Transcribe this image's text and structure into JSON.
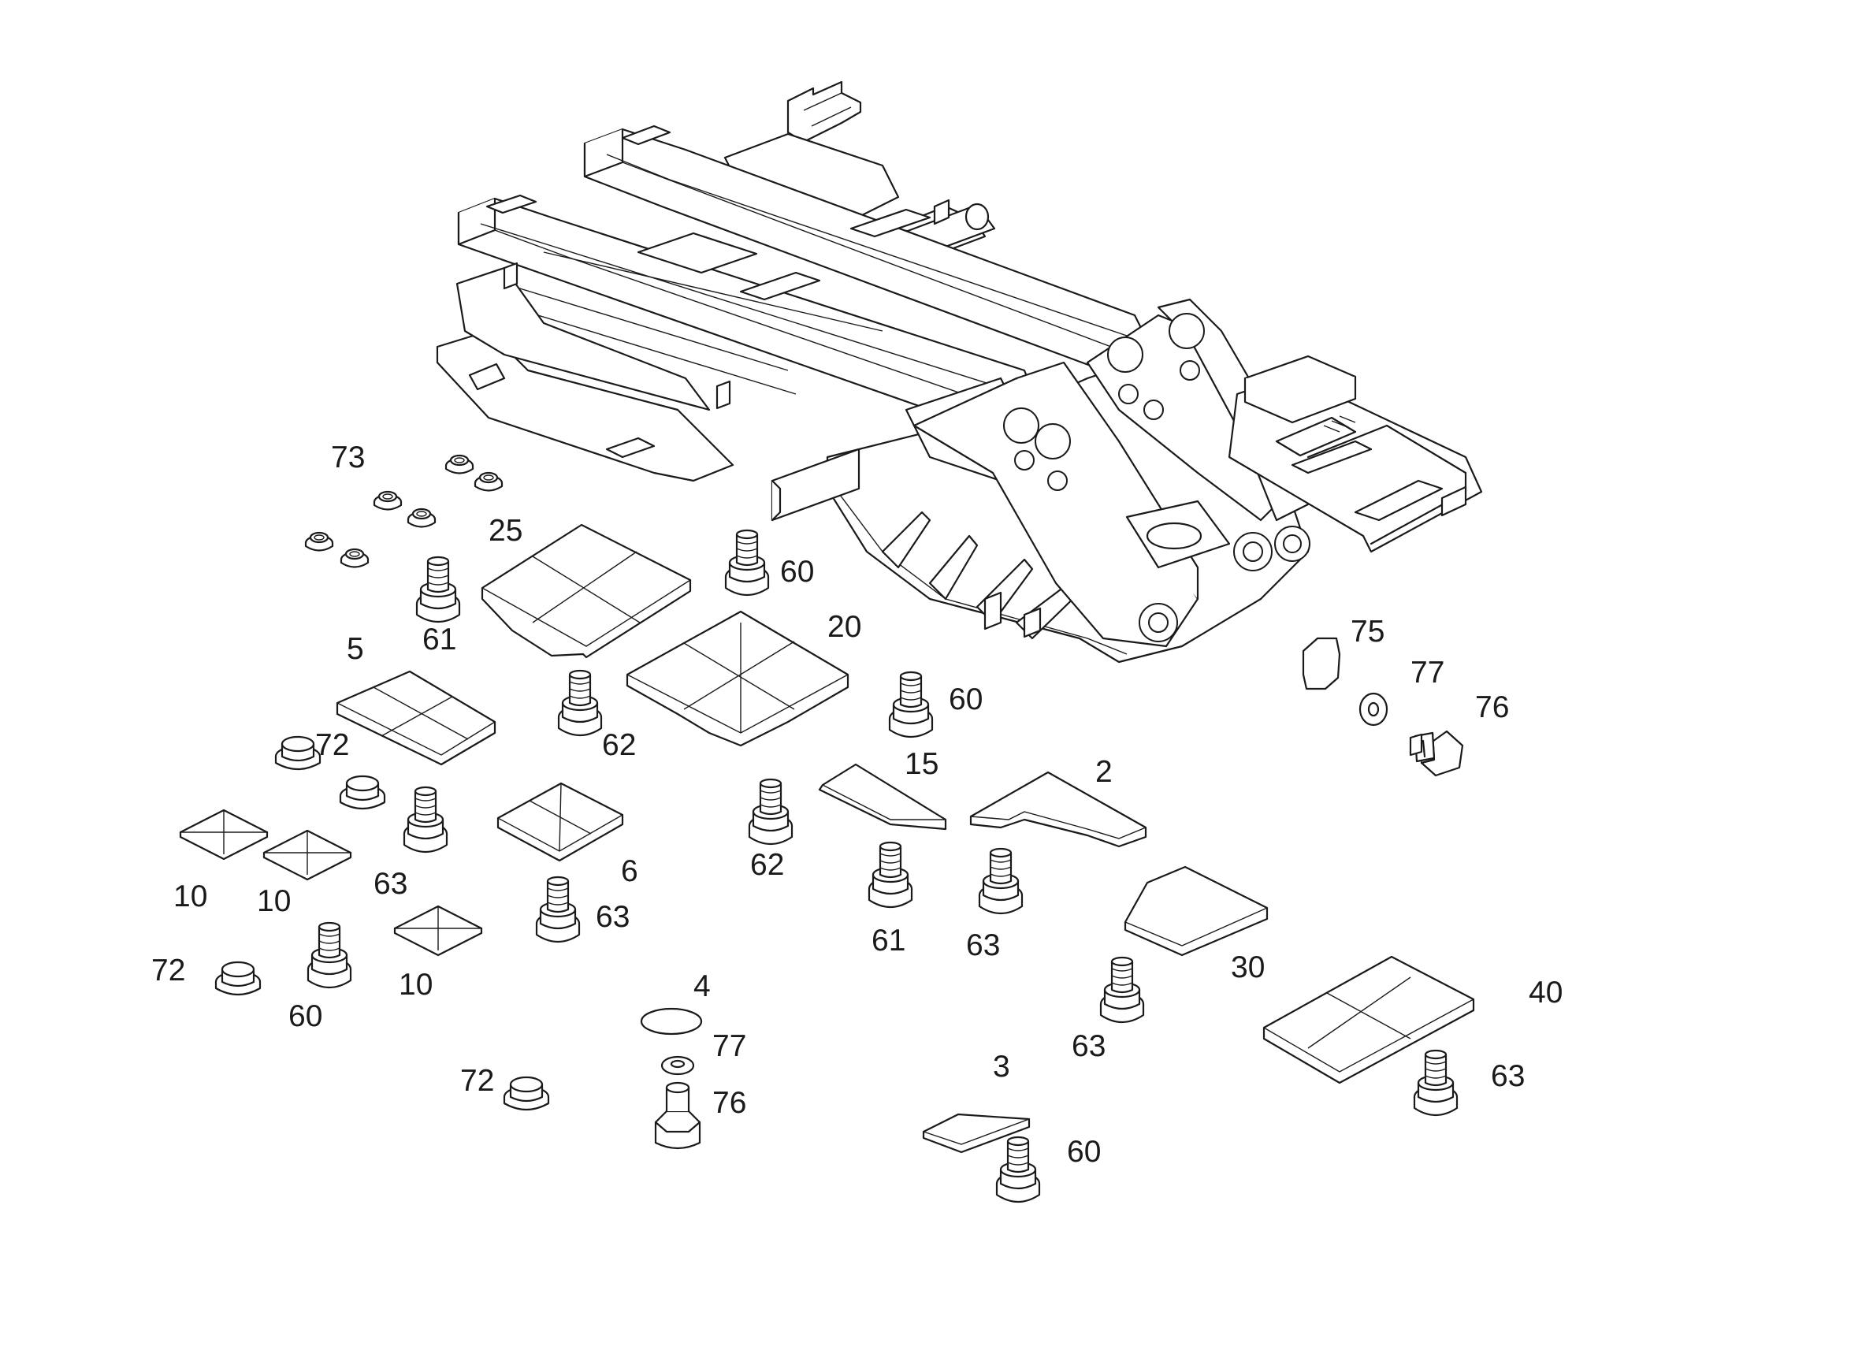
{
  "diagram": {
    "type": "exploded-parts-view",
    "colors": {
      "line": "#1a1a1a",
      "background": "#ffffff",
      "shade": "#e6e6e6"
    },
    "callouts": [
      {
        "id": "c73",
        "text": "73"
      },
      {
        "id": "c25",
        "text": "25"
      },
      {
        "id": "c60a",
        "text": "60"
      },
      {
        "id": "c61a",
        "text": "61"
      },
      {
        "id": "c20",
        "text": "20"
      },
      {
        "id": "c5",
        "text": "5"
      },
      {
        "id": "c62a",
        "text": "62"
      },
      {
        "id": "c72a",
        "text": "72"
      },
      {
        "id": "c60b",
        "text": "60"
      },
      {
        "id": "c15",
        "text": "15"
      },
      {
        "id": "c2",
        "text": "2"
      },
      {
        "id": "c75",
        "text": "75"
      },
      {
        "id": "c77a",
        "text": "77"
      },
      {
        "id": "c76a",
        "text": "76"
      },
      {
        "id": "c63a",
        "text": "63"
      },
      {
        "id": "c10a",
        "text": "10"
      },
      {
        "id": "c10b",
        "text": "10"
      },
      {
        "id": "c6",
        "text": "6"
      },
      {
        "id": "c62b",
        "text": "62"
      },
      {
        "id": "c63b",
        "text": "63"
      },
      {
        "id": "c61b",
        "text": "61"
      },
      {
        "id": "c63c",
        "text": "63"
      },
      {
        "id": "c30",
        "text": "30"
      },
      {
        "id": "c72b",
        "text": "72"
      },
      {
        "id": "c60c",
        "text": "60"
      },
      {
        "id": "c10c",
        "text": "10"
      },
      {
        "id": "c4",
        "text": "4"
      },
      {
        "id": "c77b",
        "text": "77"
      },
      {
        "id": "c76b",
        "text": "76"
      },
      {
        "id": "c72c",
        "text": "72"
      },
      {
        "id": "c40",
        "text": "40"
      },
      {
        "id": "c63d",
        "text": "63"
      },
      {
        "id": "c63e",
        "text": "63"
      },
      {
        "id": "c3",
        "text": "3"
      },
      {
        "id": "c60d",
        "text": "60"
      }
    ]
  }
}
